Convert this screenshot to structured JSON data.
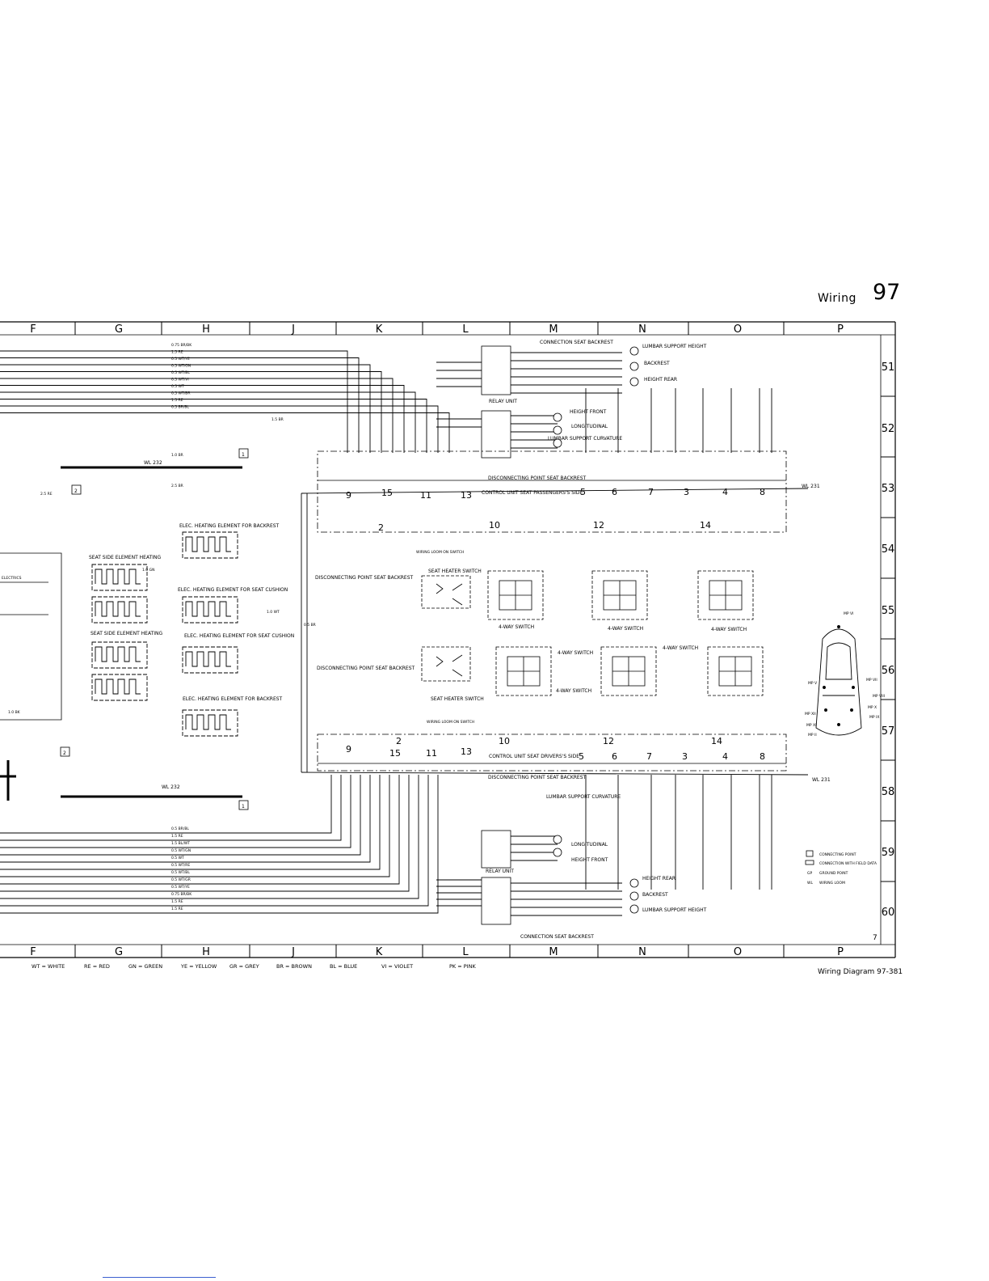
{
  "header": {
    "section": "Wiring",
    "page_number": "97"
  },
  "footer": {
    "caption": "Wiring Diagram 97-381",
    "sheet_number": "7"
  },
  "grid": {
    "columns": [
      "F",
      "G",
      "H",
      "J",
      "K",
      "L",
      "M",
      "N",
      "O",
      "P"
    ],
    "rows": [
      "51",
      "52",
      "53",
      "54",
      "55",
      "56",
      "57",
      "58",
      "59",
      "60"
    ]
  },
  "color_legend": [
    "WT = WHITE",
    "RE = RED",
    "GN = GREEN",
    "YE = YELLOW",
    "GR = GREY",
    "BR = BROWN",
    "BL = BLUE",
    "VI = VIOLET",
    "PK = PINK"
  ],
  "symbol_legend": [
    "CONNECTING POINT",
    "CONNECTION WITH FIELD DATA",
    "GROUND POINT",
    "WIRING LOOM"
  ],
  "symbol_codes": {
    "ground": "GP",
    "loom": "WL"
  },
  "labels": {
    "connection_seat_backrest": "CONNECTION SEAT BACKREST",
    "lumbar_support_height": "LUMBAR SUPPORT HEIGHT",
    "backrest": "BACKREST",
    "height_rear": "HEIGHT REAR",
    "height_front": "HEIGHT FRONT",
    "longitudinal": "LONGITUDINAL",
    "lumbar_support_curvature": "LUMBAR SUPPORT CURVATURE",
    "relay_unit": "RELAY UNIT",
    "disconnecting_point_seat_backrest": "DISCONNECTING POINT SEAT BACKREST",
    "control_unit_passenger": "CONTROL UNIT SEAT PASSENGERS'S SIDE",
    "control_unit_driver": "CONTROL UNIT SEAT DRIVERS'S SIDE",
    "elec_heating_backrest": "ELEC. HEATING ELEMENT FOR BACKREST",
    "elec_heating_cushion": "ELEC. HEATING ELEMENT FOR SEAT CUSHION",
    "seat_side_element_heating": "SEAT SIDE ELEMENT HEATING",
    "seat_heater_switch": "SEAT HEATER SWITCH",
    "four_way_switch": "4-WAY SWITCH",
    "wiring_loom_on_switch": "WIRING LOOM ON SWITCH",
    "wl_232": "WL 232",
    "wl_231": "WL 231",
    "electrics": "ELECTRICS"
  },
  "connector_numbers_passenger": [
    "9",
    "15",
    "2",
    "11",
    "13",
    "5",
    "6",
    "7",
    "3",
    "4",
    "8"
  ],
  "connector_numbers_driver": [
    "9",
    "15",
    "2",
    "11",
    "13",
    "5",
    "6",
    "7",
    "3",
    "4",
    "8"
  ],
  "switch_numbers_top": [
    "10",
    "12",
    "14"
  ],
  "switch_numbers_bottom": [
    "10",
    "12",
    "14"
  ],
  "markers": {
    "m1": "1",
    "m2": "2"
  },
  "mp_labels": [
    "MP V",
    "MP VI",
    "MP VII",
    "MP VIII",
    "MP IX",
    "MP X",
    "MP XI",
    "MP XII",
    "MP II"
  ],
  "wire_labels_top": [
    "0.75 BR/BK",
    "1.5 RE",
    "0.5 WT/YE",
    "0.5 WT/GN",
    "0.5 WT/BL",
    "0.5 WT/VI",
    "0.5 WT",
    "0.5 WT/BR",
    "1.5 RE",
    "0.5 BR/BL"
  ],
  "wire_labels_bottom": [
    "0.5 BR/BL",
    "1.5 RE",
    "1.5 BL/WT",
    "0.5 WT/GN",
    "0.5 WT",
    "0.5 WT/RE",
    "0.5 WT/BL",
    "0.5 WT/GR",
    "0.5 WT/YE",
    "0.75 BR/BK",
    "1.5 RE",
    "1.5 RE"
  ],
  "wire_labels_misc": [
    "2.5 RE",
    "1.0 BR",
    "2.5 BR",
    "1.5 BR",
    "1.0 GN",
    "1.0 WT",
    "1.0 BK",
    "0.5 BR"
  ]
}
